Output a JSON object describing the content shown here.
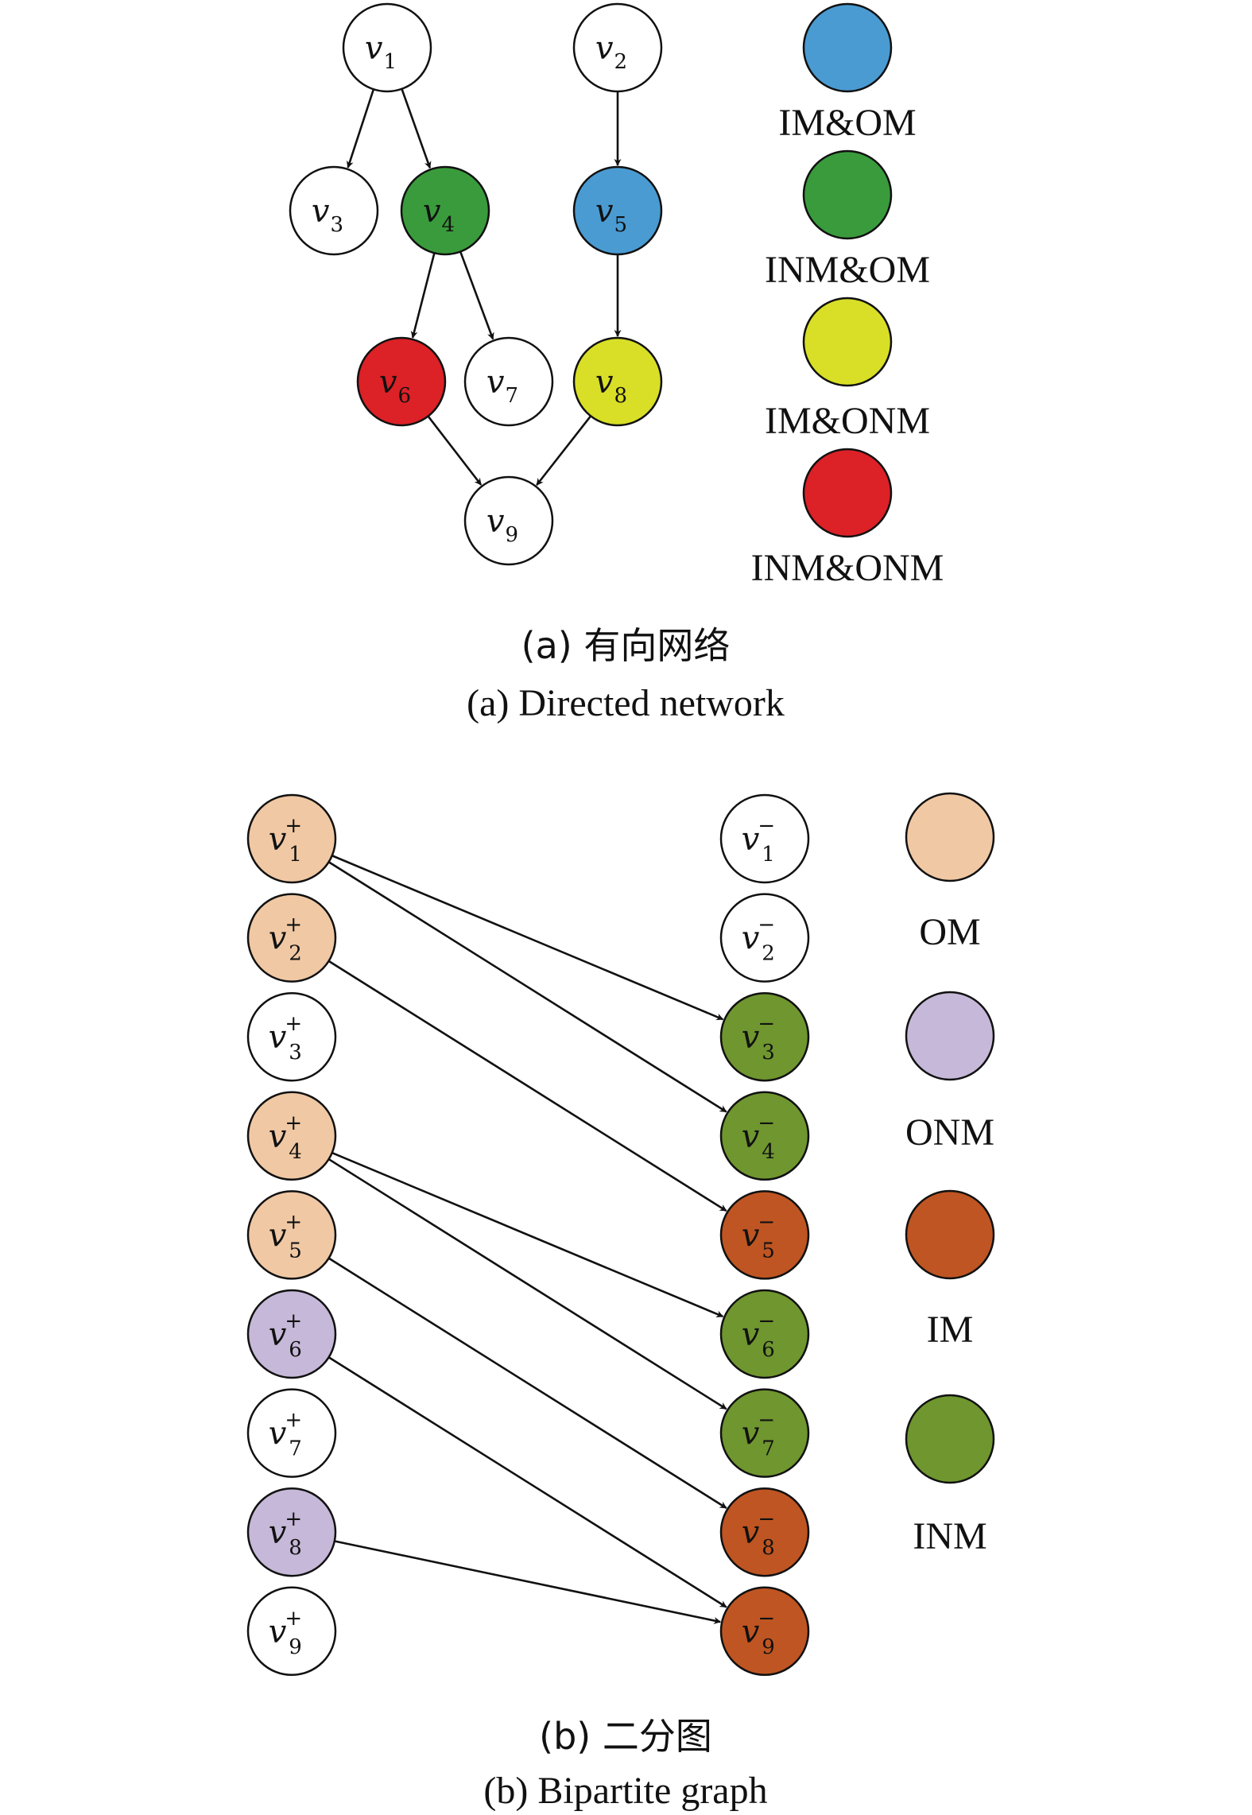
{
  "colors": {
    "im_om": "#4a9bd2",
    "inm_om": "#3a9b3c",
    "im_onm": "#d8df26",
    "inm_onm": "#dc2127",
    "om": "#f0c8a4",
    "onm": "#c6b8d8",
    "im": "#bf5522",
    "inm": "#6f962f",
    "white": "#ffffff",
    "stroke": "#111111"
  },
  "part_a": {
    "nodes": [
      {
        "id": "v1",
        "base": "v",
        "sub": "1",
        "color": "white"
      },
      {
        "id": "v2",
        "base": "v",
        "sub": "2",
        "color": "white"
      },
      {
        "id": "v3",
        "base": "v",
        "sub": "3",
        "color": "white"
      },
      {
        "id": "v4",
        "base": "v",
        "sub": "4",
        "color": "inm_om"
      },
      {
        "id": "v5",
        "base": "v",
        "sub": "5",
        "color": "im_om"
      },
      {
        "id": "v6",
        "base": "v",
        "sub": "6",
        "color": "inm_onm"
      },
      {
        "id": "v7",
        "base": "v",
        "sub": "7",
        "color": "white"
      },
      {
        "id": "v8",
        "base": "v",
        "sub": "8",
        "color": "im_onm"
      },
      {
        "id": "v9",
        "base": "v",
        "sub": "9",
        "color": "white"
      }
    ],
    "edges": [
      {
        "from": "v1",
        "to": "v3"
      },
      {
        "from": "v1",
        "to": "v4"
      },
      {
        "from": "v2",
        "to": "v5"
      },
      {
        "from": "v4",
        "to": "v6"
      },
      {
        "from": "v4",
        "to": "v7"
      },
      {
        "from": "v5",
        "to": "v8"
      },
      {
        "from": "v6",
        "to": "v9"
      },
      {
        "from": "v8",
        "to": "v9"
      }
    ],
    "legend": [
      {
        "label": "IM&OM",
        "color": "im_om"
      },
      {
        "label": "INM&OM",
        "color": "inm_om"
      },
      {
        "label": "IM&ONM",
        "color": "im_onm"
      },
      {
        "label": "INM&ONM",
        "color": "inm_onm"
      }
    ],
    "caption_cn": "(a) 有向网络",
    "caption_en": "(a) Directed network"
  },
  "part_b": {
    "left_nodes": [
      {
        "id": "l1",
        "base": "v",
        "sub": "1",
        "sup": "+",
        "color": "om"
      },
      {
        "id": "l2",
        "base": "v",
        "sub": "2",
        "sup": "+",
        "color": "om"
      },
      {
        "id": "l3",
        "base": "v",
        "sub": "3",
        "sup": "+",
        "color": "white"
      },
      {
        "id": "l4",
        "base": "v",
        "sub": "4",
        "sup": "+",
        "color": "om"
      },
      {
        "id": "l5",
        "base": "v",
        "sub": "5",
        "sup": "+",
        "color": "om"
      },
      {
        "id": "l6",
        "base": "v",
        "sub": "6",
        "sup": "+",
        "color": "onm"
      },
      {
        "id": "l7",
        "base": "v",
        "sub": "7",
        "sup": "+",
        "color": "white"
      },
      {
        "id": "l8",
        "base": "v",
        "sub": "8",
        "sup": "+",
        "color": "onm"
      },
      {
        "id": "l9",
        "base": "v",
        "sub": "9",
        "sup": "+",
        "color": "white"
      }
    ],
    "right_nodes": [
      {
        "id": "r1",
        "base": "v",
        "sub": "1",
        "sup": "−",
        "color": "white"
      },
      {
        "id": "r2",
        "base": "v",
        "sub": "2",
        "sup": "−",
        "color": "white"
      },
      {
        "id": "r3",
        "base": "v",
        "sub": "3",
        "sup": "−",
        "color": "inm"
      },
      {
        "id": "r4",
        "base": "v",
        "sub": "4",
        "sup": "−",
        "color": "inm"
      },
      {
        "id": "r5",
        "base": "v",
        "sub": "5",
        "sup": "−",
        "color": "im"
      },
      {
        "id": "r6",
        "base": "v",
        "sub": "6",
        "sup": "−",
        "color": "inm"
      },
      {
        "id": "r7",
        "base": "v",
        "sub": "7",
        "sup": "−",
        "color": "inm"
      },
      {
        "id": "r8",
        "base": "v",
        "sub": "8",
        "sup": "−",
        "color": "im"
      },
      {
        "id": "r9",
        "base": "v",
        "sub": "9",
        "sup": "−",
        "color": "im"
      }
    ],
    "edges": [
      {
        "from": "l1",
        "to": "r3"
      },
      {
        "from": "l1",
        "to": "r4"
      },
      {
        "from": "l2",
        "to": "r5"
      },
      {
        "from": "l4",
        "to": "r6"
      },
      {
        "from": "l4",
        "to": "r7"
      },
      {
        "from": "l5",
        "to": "r8"
      },
      {
        "from": "l6",
        "to": "r9"
      },
      {
        "from": "l8",
        "to": "r9"
      }
    ],
    "legend": [
      {
        "label": "OM",
        "color": "om"
      },
      {
        "label": "ONM",
        "color": "onm"
      },
      {
        "label": "IM",
        "color": "im"
      },
      {
        "label": "INM",
        "color": "inm"
      }
    ],
    "caption_cn": "(b) 二分图",
    "caption_en": "(b) Bipartite graph"
  }
}
